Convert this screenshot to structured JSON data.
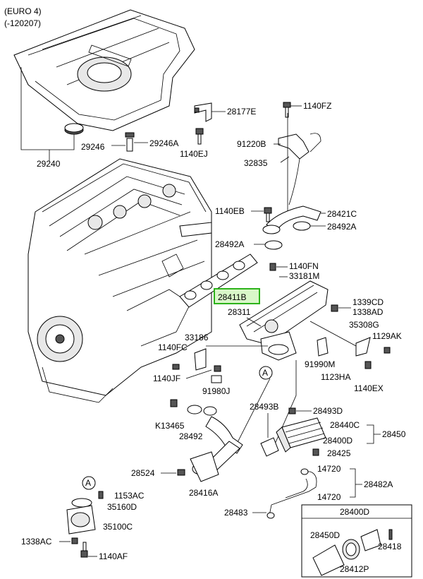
{
  "header": {
    "line1": "(EURO 4)",
    "line2": "(-120207)"
  },
  "highlight_part": "28411B",
  "callout_letter": "A",
  "inset_title": "28400D",
  "labels": {
    "p28177E": "28177E",
    "p1140FZ": "1140FZ",
    "p29246": "29246",
    "p29246A": "29246A",
    "p1140EJ": "1140EJ",
    "p91220B": "91220B",
    "p29240": "29240",
    "p32835": "32835",
    "p1140EB": "1140EB",
    "p28421C": "28421C",
    "p28492A": "28492A",
    "p28492A_2": "28492A",
    "p1140FN": "1140FN",
    "p33181M": "33181M",
    "p28411B": "28411B",
    "p28311": "28311",
    "p1339CD": "1339CD",
    "p1338AD": "1338AD",
    "p35308G": "35308G",
    "p1129AK": "1129AK",
    "p33186": "33186",
    "p1140FC": "1140FC",
    "p91990M": "91990M",
    "p1140JF": "1140JF",
    "p1123HA": "1123HA",
    "p1140EX": "1140EX",
    "p91980J": "91980J",
    "p28493B": "28493B",
    "p28493D": "28493D",
    "pK13465": "K13465",
    "p28440C": "28440C",
    "p28450": "28450",
    "p28492": "28492",
    "p28400D": "28400D",
    "p28425": "28425",
    "p28524": "28524",
    "p14720a": "14720",
    "p28482A": "28482A",
    "p28416A": "28416A",
    "p14720b": "14720",
    "p1153AC": "1153AC",
    "p35160D": "35160D",
    "p28483": "28483",
    "p35100C": "35100C",
    "p1338AC": "1338AC",
    "p1140AF": "1140AF",
    "p28450D": "28450D",
    "p28418": "28418",
    "p28412P": "28412P"
  }
}
